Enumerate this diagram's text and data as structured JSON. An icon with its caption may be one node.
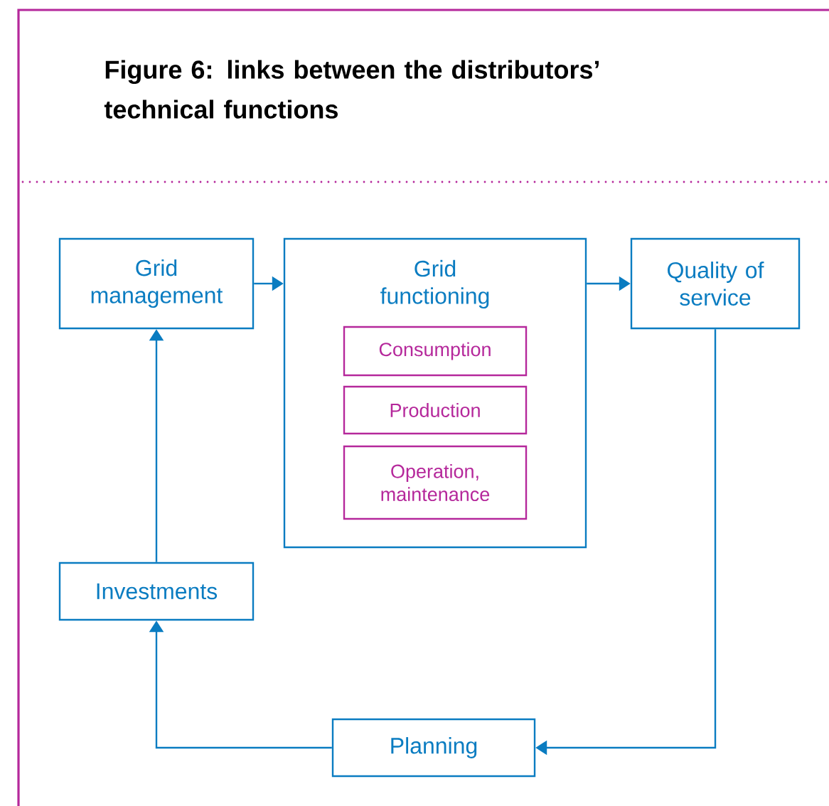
{
  "diagram": {
    "title": "Figure 6: links between the distributors’ technical functions",
    "nodes": [
      {
        "text": [
          "Grid management"
        ]
      },
      {
        "text": [
          "Grid functioning"
        ]
      },
      {
        "text": [
          "Consumption"
        ],
        "in": 1
      },
      {
        "text": [
          "Production"
        ],
        "in": 1
      },
      {
        "text": [
          "Operation, maintenance"
        ],
        "in": 1
      },
      {
        "text": [
          "Quality of service"
        ]
      },
      {
        "text": [
          "Investments"
        ]
      },
      {
        "text": [
          "Planning"
        ]
      }
    ],
    "edges": [
      {
        "from": 0,
        "to": 1,
        "arrow": "to"
      },
      {
        "from": 1,
        "to": 5,
        "arrow": "to"
      },
      {
        "from": 5,
        "to": 7,
        "arrow": "to"
      },
      {
        "from": 7,
        "to": 6,
        "arrow": "to"
      },
      {
        "from": 6,
        "to": 0,
        "arrow": "to"
      }
    ]
  }
}
